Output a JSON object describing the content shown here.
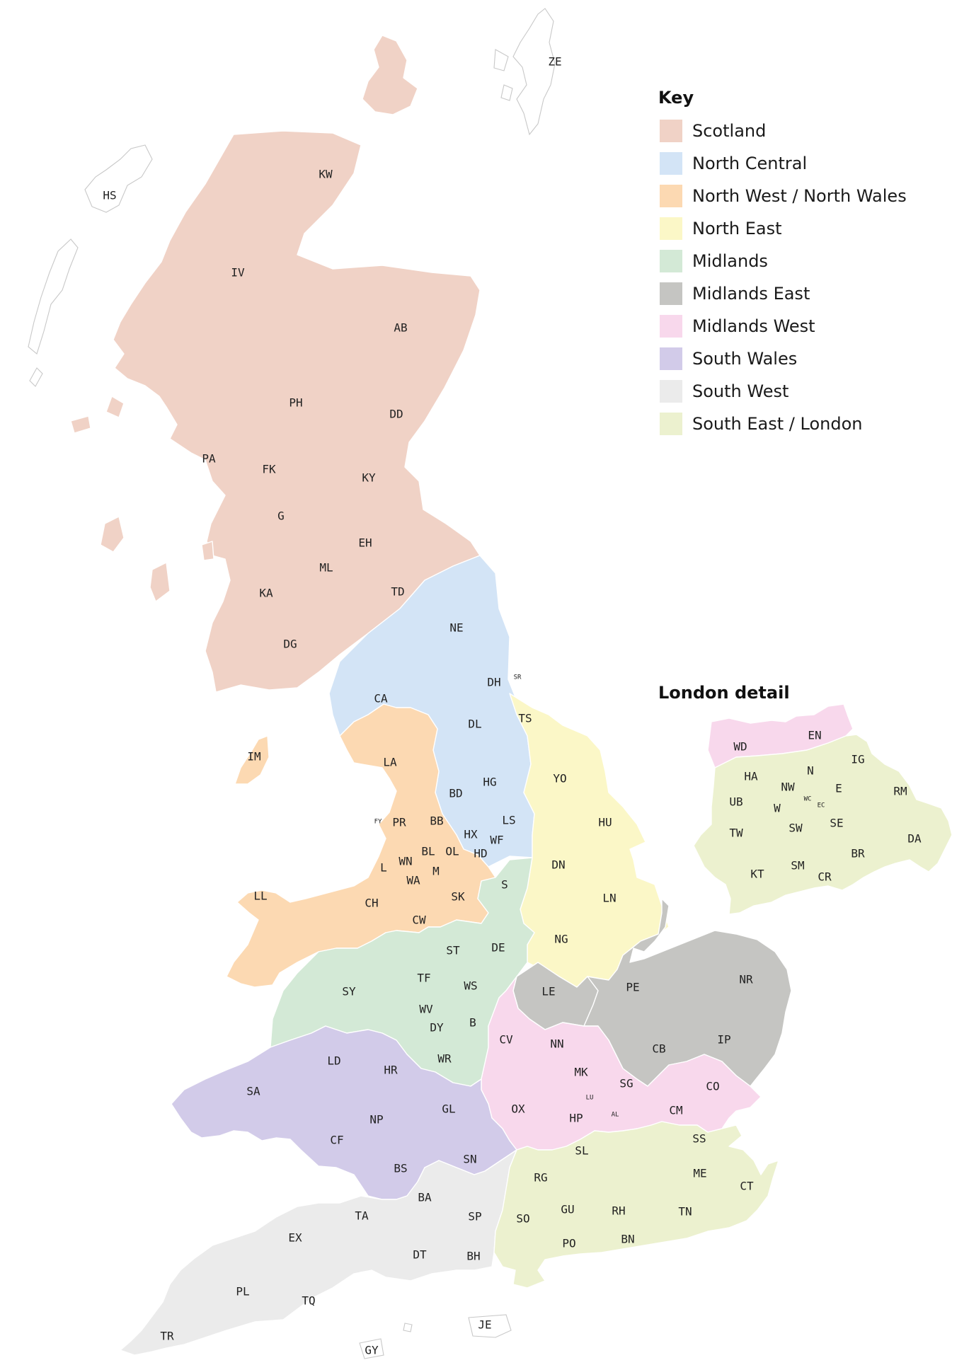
{
  "colors": {
    "scotland": "#f0d2c6",
    "north_central": "#d3e4f6",
    "north_west_wales": "#fcd9b2",
    "north_east": "#fbf7c7",
    "midlands": "#d3e9d6",
    "midlands_east": "#c5c5c2",
    "midlands_west": "#f8d8ec",
    "south_wales": "#d2cbe9",
    "south_west": "#ebebeb",
    "south_east_london": "#ecf1cf"
  },
  "key": {
    "title": "Key",
    "items": [
      {
        "label": "Scotland",
        "color": "#f0d2c6"
      },
      {
        "label": "North Central",
        "color": "#d3e4f6"
      },
      {
        "label": "North West / North Wales",
        "color": "#fcd9b2"
      },
      {
        "label": "North East",
        "color": "#fbf7c7"
      },
      {
        "label": "Midlands",
        "color": "#d3e9d6"
      },
      {
        "label": "Midlands East",
        "color": "#c5c5c2"
      },
      {
        "label": "Midlands West",
        "color": "#f8d8ec"
      },
      {
        "label": "South Wales",
        "color": "#d2cbe9"
      },
      {
        "label": "South West",
        "color": "#ebebeb"
      },
      {
        "label": "South East / London",
        "color": "#ecf1cf"
      }
    ]
  },
  "london_detail": {
    "title": "London detail"
  },
  "map_codes": [
    "ZE",
    "HS",
    "KW",
    "IV",
    "AB",
    "PH",
    "DD",
    "PA",
    "FK",
    "KY",
    "G",
    "EH",
    "ML",
    "KA",
    "TD",
    "DG",
    "NE",
    "SR",
    "DH",
    "CA",
    "DL",
    "TS",
    "IM",
    "LA",
    "YO",
    "HG",
    "BD",
    "FY",
    "PR",
    "BB",
    "LS",
    "HU",
    "HX",
    "WF",
    "BL",
    "OL",
    "HD",
    "WN",
    "L",
    "M",
    "WA",
    "DN",
    "S",
    "LL",
    "CH",
    "SK",
    "LN",
    "CW",
    "DE",
    "NG",
    "ST",
    "SY",
    "TF",
    "WS",
    "LE",
    "PE",
    "NR",
    "WV",
    "DY",
    "B",
    "CV",
    "NN",
    "CB",
    "IP",
    "LD",
    "WR",
    "HR",
    "MK",
    "LU",
    "SG",
    "CO",
    "SA",
    "GL",
    "OX",
    "HP",
    "AL",
    "CM",
    "NP",
    "CF",
    "SS",
    "SL",
    "SN",
    "BS",
    "RG",
    "ME",
    "CT",
    "BA",
    "TA",
    "SP",
    "GU",
    "RH",
    "TN",
    "SO",
    "EX",
    "DT",
    "BH",
    "PO",
    "BN",
    "PL",
    "TQ",
    "JE",
    "TR",
    "GY"
  ],
  "london_codes": [
    "WD",
    "EN",
    "HA",
    "N",
    "IG",
    "UB",
    "NW",
    "E",
    "RM",
    "WC",
    "EC",
    "W",
    "TW",
    "SW",
    "SE",
    "DA",
    "BR",
    "SM",
    "KT",
    "CR"
  ]
}
